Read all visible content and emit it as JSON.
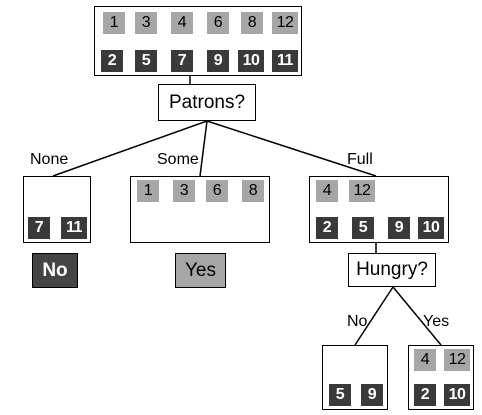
{
  "root": {
    "positive": [
      "1",
      "3",
      "4",
      "6",
      "8",
      "12"
    ],
    "negative": [
      "2",
      "5",
      "7",
      "9",
      "10",
      "11"
    ]
  },
  "tests": {
    "patrons": "Patrons?",
    "hungry": "Hungry?"
  },
  "edges": {
    "none": "None",
    "some": "Some",
    "full": "Full",
    "no": "No",
    "yes": "Yes"
  },
  "nodes": {
    "none": {
      "positive": [],
      "negative": [
        "7",
        "11"
      ]
    },
    "some": {
      "positive": [
        "1",
        "3",
        "6",
        "8"
      ],
      "negative": []
    },
    "full": {
      "positive": [
        "4",
        "12"
      ],
      "negative": [
        "2",
        "5",
        "9",
        "10"
      ]
    },
    "hungry_no": {
      "positive": [],
      "negative": [
        "5",
        "9"
      ]
    },
    "hungry_yes": {
      "positive": [
        "4",
        "12"
      ],
      "negative": [
        "2",
        "10"
      ]
    }
  },
  "leaves": {
    "no": "No",
    "yes": "Yes"
  },
  "colors": {
    "positive_tile": "#a6a6a6",
    "negative_tile": "#3a3a3a",
    "no_leaf": "#444444",
    "yes_leaf": "#a6a6a6"
  }
}
